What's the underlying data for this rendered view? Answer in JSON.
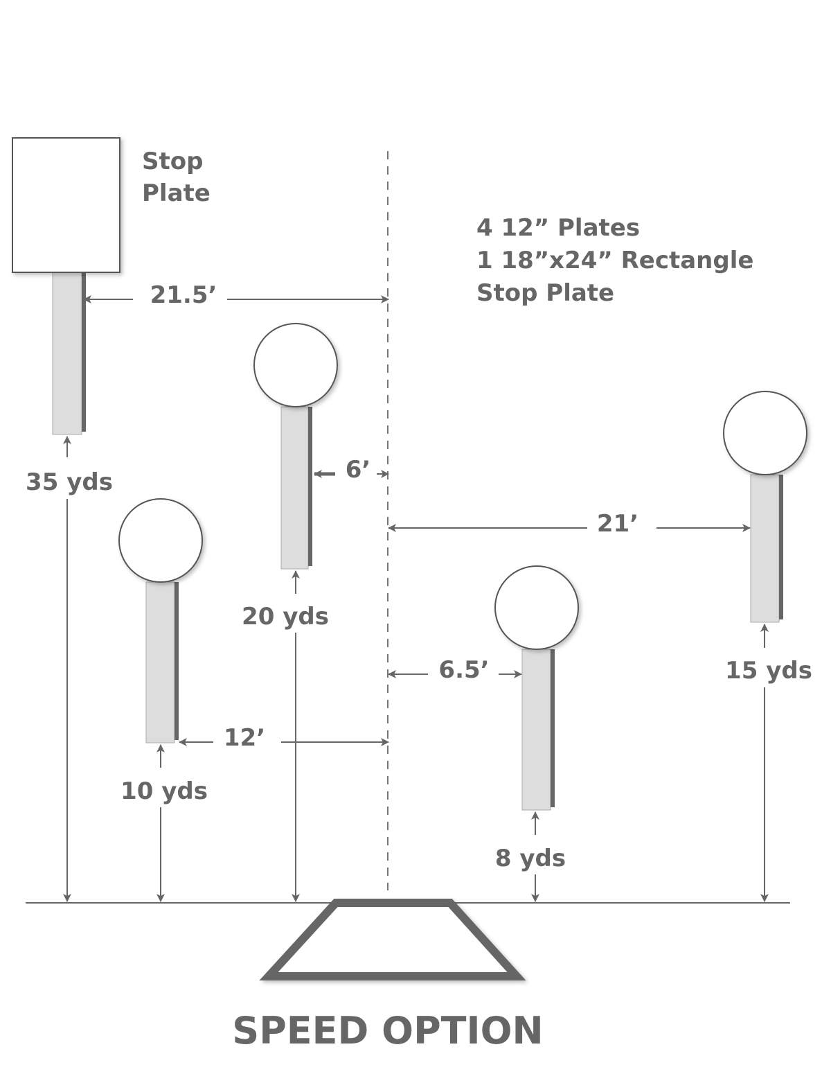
{
  "stop_plate_label": [
    "Stop",
    "Plate"
  ],
  "info": [
    "4 12” Plates",
    "1 18”x24” Rectangle",
    "Stop Plate"
  ],
  "distances": {
    "stop_plate": "35 yds",
    "target_left": "10 yds",
    "target_center_left": "20 yds",
    "target_center_right": "8 yds",
    "target_right": "15 yds"
  },
  "offsets": {
    "stop_plate": "21.5’",
    "target_center_left": "6’",
    "target_right": "21’",
    "target_center_right": "6.5’",
    "target_left": "12’"
  },
  "title": "SPEED OPTION",
  "colors": {
    "ink": "#666666",
    "post": "#dddddd"
  }
}
